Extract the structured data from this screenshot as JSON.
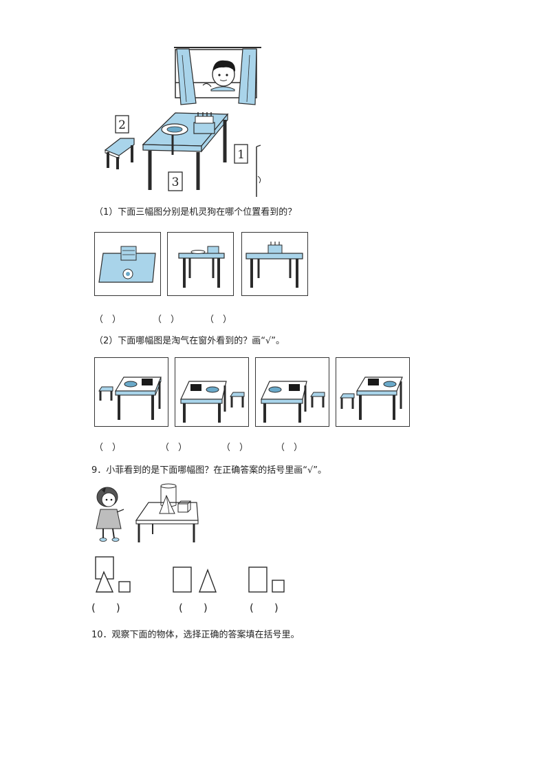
{
  "scene": {
    "labels": [
      "2",
      "3",
      "1"
    ]
  },
  "q1": {
    "text": "（1）下面三幅图分别是机灵狗在哪个位置看到的？",
    "answers": [
      "（　）",
      "（　）",
      "（　）"
    ]
  },
  "q2": {
    "text": "（2）下面哪幅图是淘气在窗外看到的？画“√”。",
    "answers": [
      "（　）",
      "（　）",
      "（　）",
      "（　）"
    ]
  },
  "q9": {
    "text": "9．小菲看到的是下面哪幅图？在正确答案的括号里画“√”。",
    "answers": [
      "(　　)",
      "(　　)",
      "(　　)"
    ]
  },
  "q10": {
    "text": "10．观察下面的物体，选择正确的答案填在括号里。"
  },
  "colors": {
    "table_blue": "#a9d4ea",
    "line": "#2a2a2a"
  }
}
